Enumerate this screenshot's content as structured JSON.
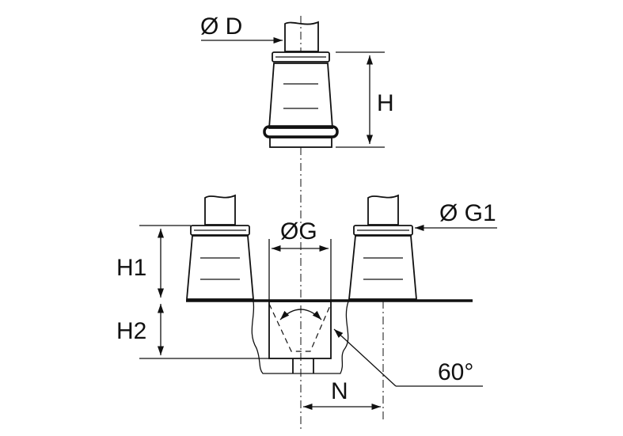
{
  "labels": {
    "diameter_d": "Ø D",
    "height_h": "H",
    "diameter_g1": "Ø G1",
    "diameter_g": "ØG",
    "height_h1": "H1",
    "height_h2": "H2",
    "angle": "60°",
    "offset_n": "N"
  },
  "colors": {
    "line": "#111111",
    "background": "#ffffff"
  }
}
